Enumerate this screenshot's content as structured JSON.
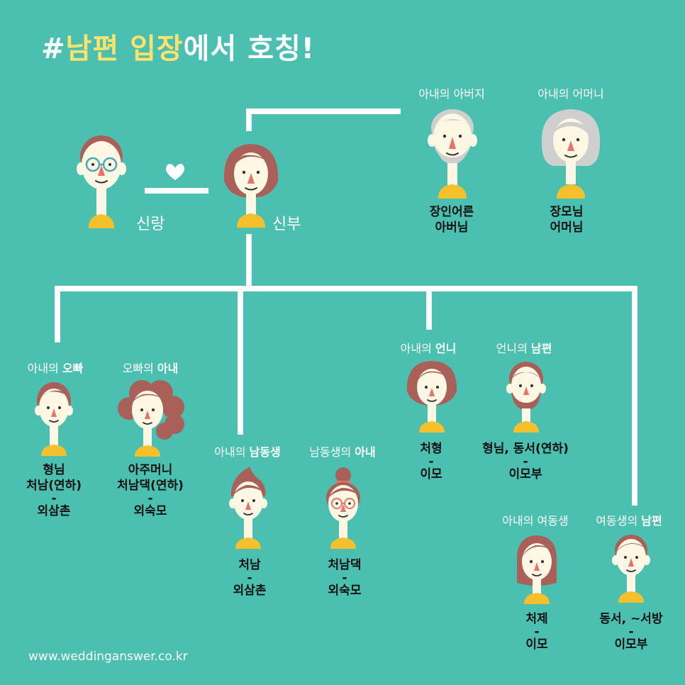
{
  "title": {
    "prefix": "#",
    "husband": "남편",
    "space": " ",
    "position": "입장",
    "suffix": "에서 호칭!"
  },
  "groom": {
    "name": "신랑"
  },
  "bride": {
    "name": "신부"
  },
  "wife_father": {
    "label": "아내의 아버지",
    "term1": "장인어른",
    "term2": "아버님"
  },
  "wife_mother": {
    "label": "아내의 어머니",
    "term1": "장모님",
    "term2": "어머님"
  },
  "older_brother": {
    "label_a": "아내의 ",
    "label_b": "오빠",
    "term1": "형님",
    "term2": "처남(연하)",
    "sep": "-",
    "term3": "외삼촌"
  },
  "older_brother_wife": {
    "label_a": "오빠의 ",
    "label_b": "아내",
    "term1": "아주머니",
    "term2": "처남댁(연하)",
    "sep": "-",
    "term3": "외숙모"
  },
  "younger_brother": {
    "label_a": "아내의 ",
    "label_b": "남동생",
    "term1": "처남",
    "sep": "-",
    "term2": "외삼촌"
  },
  "younger_brother_wife": {
    "label_a": "남동생의 ",
    "label_b": "아내",
    "term1": "처남댁",
    "sep": "-",
    "term2": "외숙모"
  },
  "older_sister": {
    "label_a": "아내의 ",
    "label_b": "언니",
    "term1": "처형",
    "sep": "-",
    "term2": "이모"
  },
  "older_sister_husband": {
    "label_a": "언니의 ",
    "label_b": "남편",
    "term1": "형님, 동서(연하)",
    "sep": "-",
    "term2": "이모부"
  },
  "younger_sister": {
    "label": "아내의 여동생",
    "term1": "처제",
    "sep": "-",
    "term2": "이모"
  },
  "younger_sister_husband": {
    "label_a": "여동생의 ",
    "label_b": "남편",
    "term1": "동서, ~서방",
    "sep": "-",
    "term2": "이모부"
  },
  "footer": {
    "url": "www.weddinganswer.co.kr"
  },
  "colors": {
    "background": "#4cc0b0",
    "highlight": "#fde36b",
    "skin": "#fdf7e4",
    "shirt": "#f6c02d",
    "nose": "#e8736a",
    "hair_brown": "#a96058",
    "hair_gray": "#cfcfcf"
  }
}
